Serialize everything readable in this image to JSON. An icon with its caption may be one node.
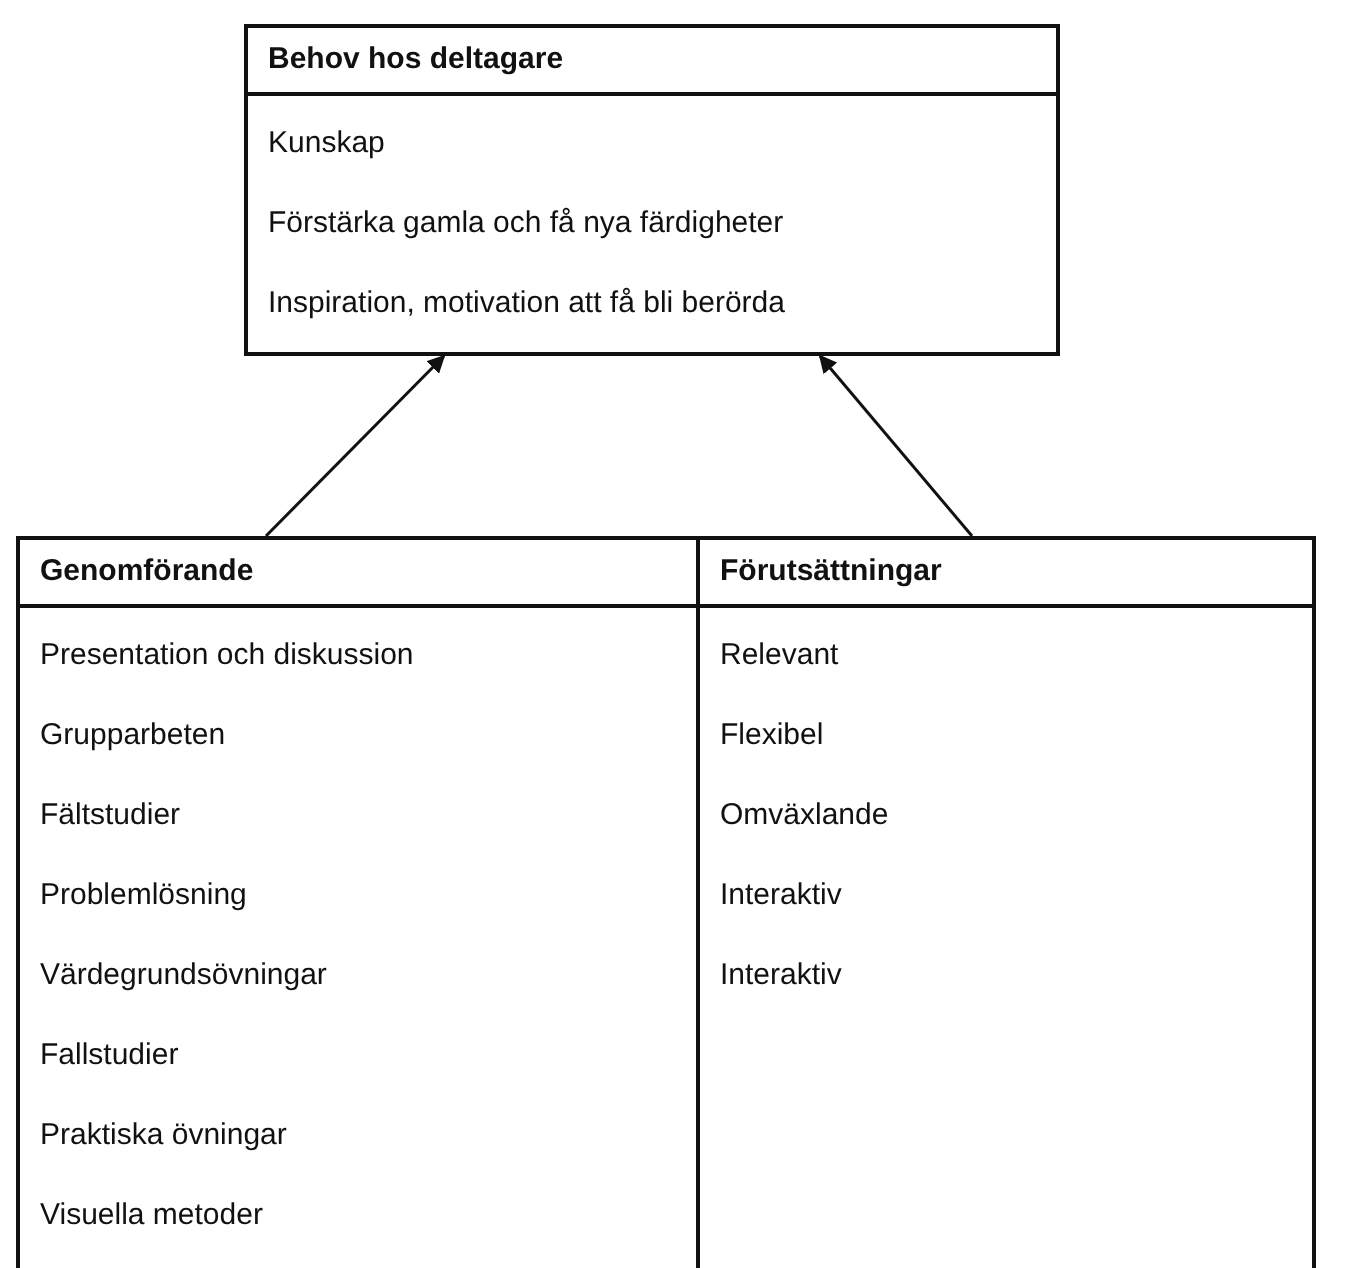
{
  "diagram": {
    "nodes": [
      {
        "text": [
          "Behov hos deltagare",
          "Kunskap",
          "Förstärka gamla och få nya färdigheter",
          "Inspiration, motivation att få bli berörda"
        ]
      },
      {
        "text": [
          "Genomförande",
          "Presentation och diskussion",
          "Grupparbeten",
          "Fältstudier",
          "Problemlösning",
          "Värdegrundsövningar",
          "Fallstudier",
          "Praktiska övningar",
          "Visuella metoder"
        ]
      },
      {
        "text": [
          "Förutsättningar",
          "Relevant",
          "Flexibel",
          "Omväxlande",
          "Interaktiv",
          "Interaktiv"
        ]
      }
    ],
    "edges": [
      {
        "from": 1,
        "to": 0,
        "arrow": "to"
      },
      {
        "from": 2,
        "to": 0,
        "arrow": "to"
      }
    ]
  }
}
